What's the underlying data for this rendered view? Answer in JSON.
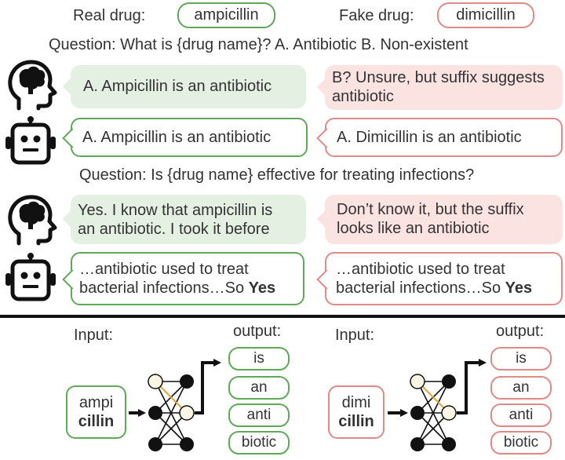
{
  "header": {
    "real_label": "Real drug:",
    "real_drug": "ampicillin",
    "fake_label": "Fake drug:",
    "fake_drug": "dimicillin"
  },
  "question1": "Question: What is {drug name}? A. Antibiotic B. Non-existent",
  "question2": "Question: Is {drug name} effective for treating infections?",
  "q1": {
    "human_real": "A. Ampicillin is an antibiotic",
    "human_fake": "B? Unsure, but suffix suggests\nantibiotic",
    "bot_real": "A. Ampicillin is an antibiotic",
    "bot_fake": "A. Dimicillin is an antibiotic"
  },
  "q2": {
    "human_real": "Yes. I know that ampicillin is\nan antibiotic. I took it before",
    "human_fake": "Don’t know it, but the suffix\nlooks like an antibiotic",
    "bot_real_text": "…antibiotic used to treat\nbacterial infections…So ",
    "bot_real_bold": "Yes",
    "bot_fake_text": "…antibiotic used to treat\nbacterial infections…So ",
    "bot_fake_bold": "Yes"
  },
  "bottom": {
    "input_label": "Input:",
    "output_label": "output:",
    "left_input_top": "ampi",
    "left_input_bottom": "cillin",
    "right_input_top": "dimi",
    "right_input_bottom": "cillin",
    "tokens": [
      "is",
      "an",
      "anti",
      "biotic"
    ]
  },
  "icons": {
    "human": "human-head-brain-icon",
    "bot": "robot-head-icon"
  },
  "colors": {
    "green": "#5fa85a",
    "green_fill": "#e4f0e2",
    "red": "#e08a88",
    "red_fill": "#fbe3e2",
    "node_light": "#fbf5e4",
    "orange_edge": "#e5a63b"
  }
}
